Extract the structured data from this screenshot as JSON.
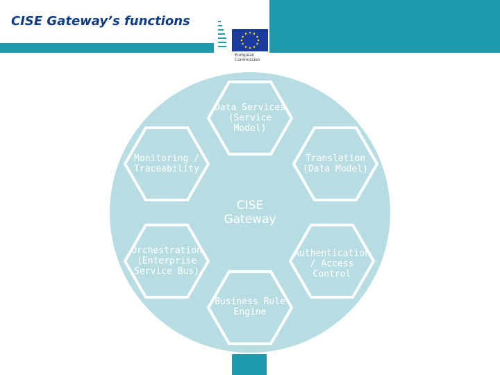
{
  "header": {
    "title": "CISE Gateway’s functions",
    "logo_text_line1": "European",
    "logo_text_line2": "Commission"
  },
  "diagram": {
    "center": [
      "CISE",
      "Gateway"
    ],
    "hexagons": [
      {
        "id": "data-services",
        "lines": [
          "Data Services",
          "(Service",
          "Model)"
        ]
      },
      {
        "id": "translation",
        "lines": [
          "Translation",
          "(Data Model)"
        ]
      },
      {
        "id": "authentication",
        "lines": [
          "Authentication",
          "/ Access",
          "Control"
        ]
      },
      {
        "id": "business-rule",
        "lines": [
          "Business Rule",
          "Engine"
        ]
      },
      {
        "id": "orchestration",
        "lines": [
          "Orchestration",
          "(Enterprise",
          "Service Bus)"
        ]
      },
      {
        "id": "monitoring",
        "lines": [
          "Monitoring /",
          "Traceability"
        ]
      }
    ]
  },
  "colors": {
    "header": "#1f9bad",
    "circle": "#b7dde2",
    "title": "#0c3a83",
    "eu_flag": "#1a3a9c",
    "eu_stars": "#ffd617"
  }
}
